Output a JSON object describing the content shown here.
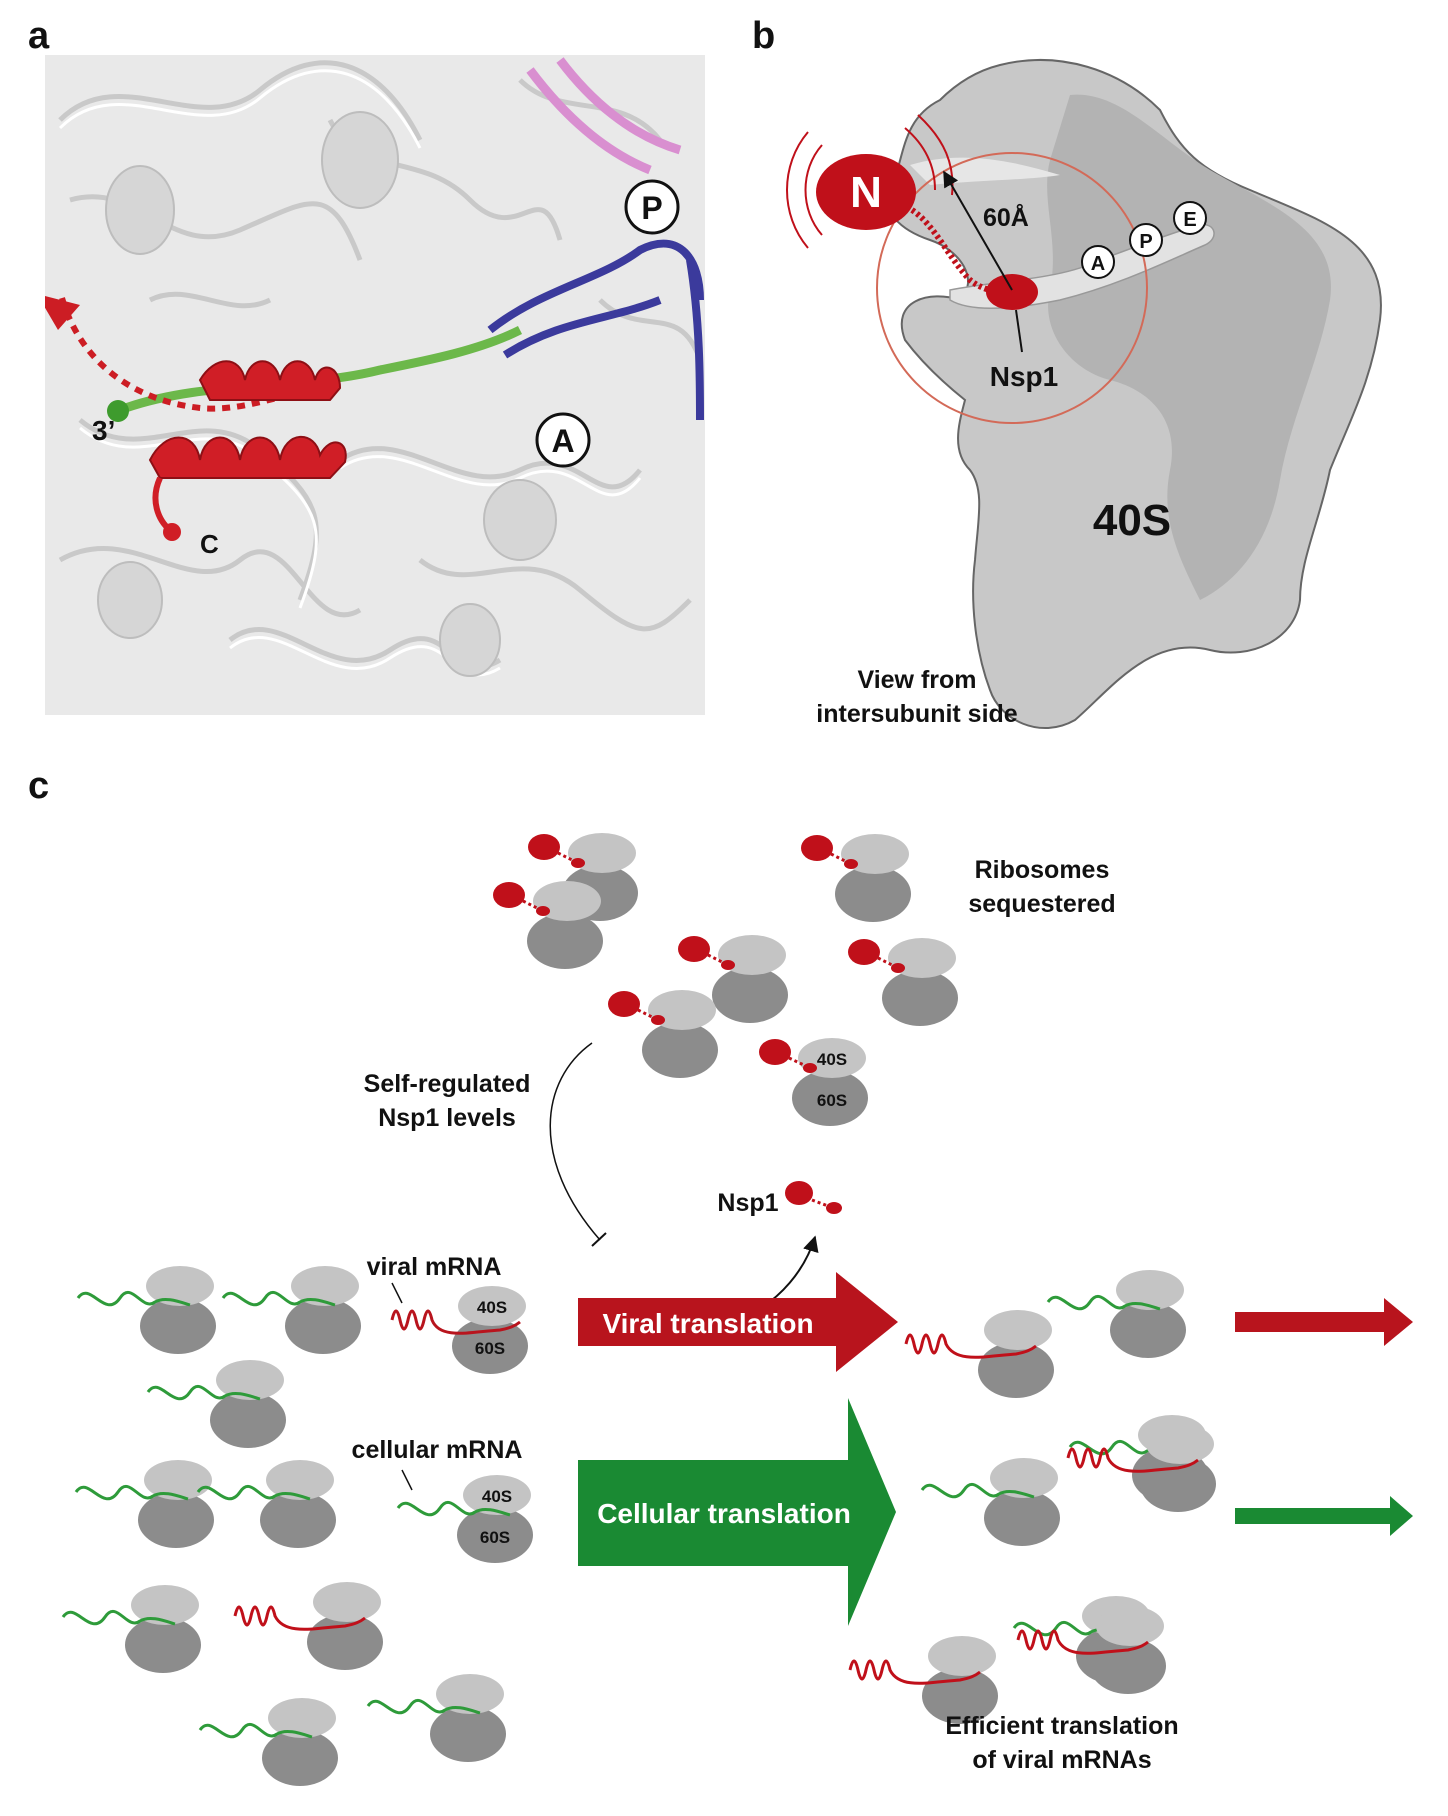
{
  "panels": {
    "a": "a",
    "b": "b",
    "c": "c"
  },
  "panel_a": {
    "site_p": "P",
    "site_a": "A",
    "mrna_end": "3’",
    "c_terminus": "C"
  },
  "panel_b": {
    "n_domain": "N",
    "distance": "60Å",
    "site_a": "A",
    "site_p": "P",
    "site_e": "E",
    "nsp1_label": "Nsp1",
    "subunit_label": "40S",
    "view_line1": "View from",
    "view_line2": "intersubunit side"
  },
  "panel_c": {
    "sequestered_line1": "Ribosomes",
    "sequestered_line2": "sequestered",
    "small_subunit": "40S",
    "large_subunit": "60S",
    "self_reg_line1": "Self-regulated",
    "self_reg_line2": "Nsp1 levels",
    "nsp1_label": "Nsp1",
    "viral_mrna_label": "viral mRNA",
    "cellular_mrna_label": "cellular mRNA",
    "viral_translation": "Viral translation",
    "cellular_translation": "Cellular translation",
    "efficient_line1": "Efficient translation",
    "efficient_line2": "of viral mRNAs"
  },
  "colors": {
    "nsp1_red": "#c0101a",
    "cellular_green": "#2e9b3a",
    "viral_arrow": "#b8141d",
    "cellular_arrow": "#1a8a33",
    "trna_blue": "#3b3a9c",
    "trna_pink": "#d98fd0",
    "small_subunit_gray": "#c4c4c4",
    "large_subunit_gray": "#8c8c8c"
  }
}
